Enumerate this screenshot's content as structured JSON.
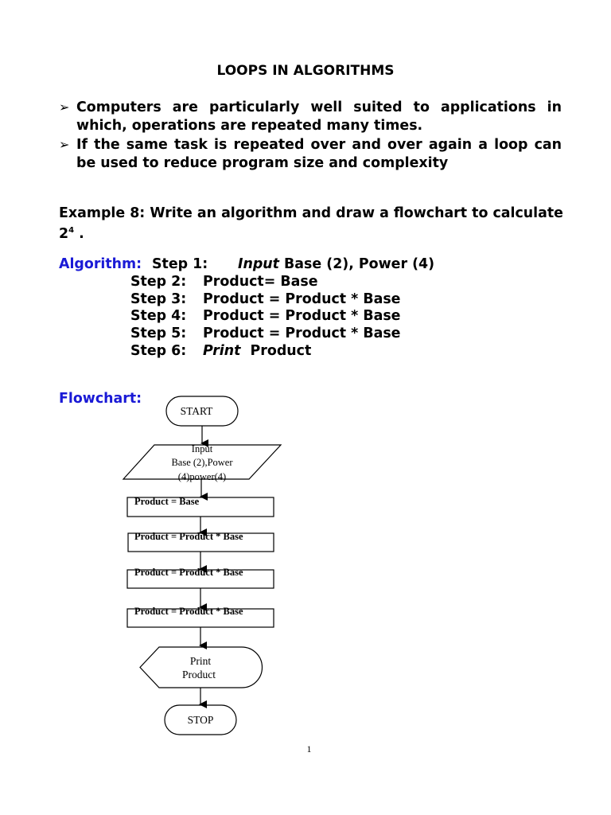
{
  "title": "LOOPS IN ALGORITHMS",
  "bullets": [
    "Computers are particularly well suited to applications in which, operations are repeated many times.",
    "If the same task is repeated over and over again a loop can be used to reduce program size and complexity"
  ],
  "bullet_glyph": "➢",
  "example": {
    "text": "Example 8: Write an algorithm and draw a flowchart to calculate 2",
    "superscript": "4",
    "suffix": " ."
  },
  "algorithm": {
    "label": "Algorithm:",
    "steps": [
      {
        "step": "Step 1:",
        "keyword": "Input",
        "text": " Base (2), Power (4)"
      },
      {
        "step": "Step 2:",
        "keyword": "",
        "text": "Product= Base"
      },
      {
        "step": "Step 3:",
        "keyword": "",
        "text": "Product = Product * Base"
      },
      {
        "step": "Step 4:",
        "keyword": "",
        "text": "Product = Product * Base"
      },
      {
        "step": "Step 5:",
        "keyword": "",
        "text": "Product = Product * Base"
      },
      {
        "step": "Step 6:",
        "keyword": "Print",
        "text": "  Product"
      }
    ]
  },
  "flowchart": {
    "label": "Flowchart:",
    "start": "START",
    "input_lines": [
      "Input",
      "Base (2),Power",
      "(4)power(4)"
    ],
    "process": [
      "Product = Base",
      "Product = Product * Base",
      "Product = Product * Base",
      "Product = Product * Base"
    ],
    "output_lines": [
      "Print",
      "Product"
    ],
    "stop": "STOP"
  },
  "page_number": "1",
  "colors": {
    "heading_blue": "#1a1ad6",
    "text": "#000000"
  }
}
